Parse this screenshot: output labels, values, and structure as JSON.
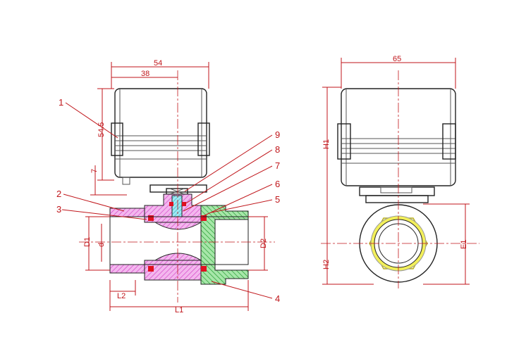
{
  "colors": {
    "annotation": "#c0161b",
    "outline": "#222222",
    "pink_section": "#e87ad8",
    "green_section": "#2fbf3f",
    "blue_stem": "#39c6d8",
    "seal_red": "#e01020",
    "seat_yellow": "#f2ef5a"
  },
  "front_view": {
    "dims": {
      "w_total": "54",
      "w_partial": "38",
      "h_actuator": "54.5",
      "h_gap": "7"
    },
    "flow_dims": {
      "l1": "L1",
      "l2": "L2",
      "d1": "D1",
      "d": "d",
      "d2": "D2"
    },
    "callouts": [
      "1",
      "2",
      "3",
      "4",
      "5",
      "6",
      "7",
      "8",
      "9"
    ]
  },
  "side_view": {
    "dims": {
      "width": "65",
      "h1": "H1",
      "h2": "H2",
      "e1": "E1"
    }
  }
}
